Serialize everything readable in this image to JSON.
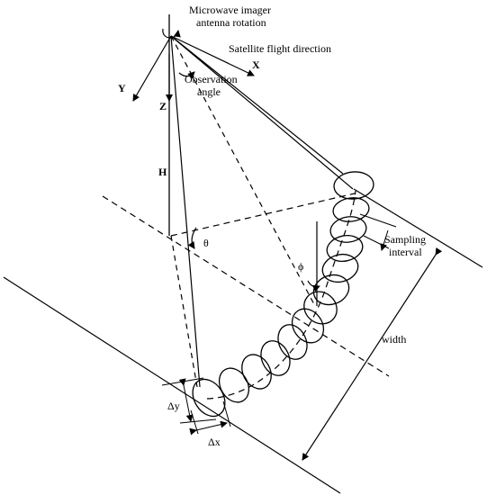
{
  "labels": {
    "antenna_line1": "Microwave imager",
    "antenna_line2": "antenna rotation",
    "flight_direction": "Satellite flight direction",
    "axis_x": "X",
    "axis_y": "Y",
    "axis_z": "Z",
    "observation_line1": "Observation",
    "observation_line2": "angle",
    "height": "H",
    "theta": "θ",
    "phi": "ϕ",
    "sampling_line1": "Sampling",
    "sampling_line2": "interval",
    "width": "width",
    "delta_y": "Δy",
    "delta_x": "Δx"
  },
  "footprint_count": 13
}
